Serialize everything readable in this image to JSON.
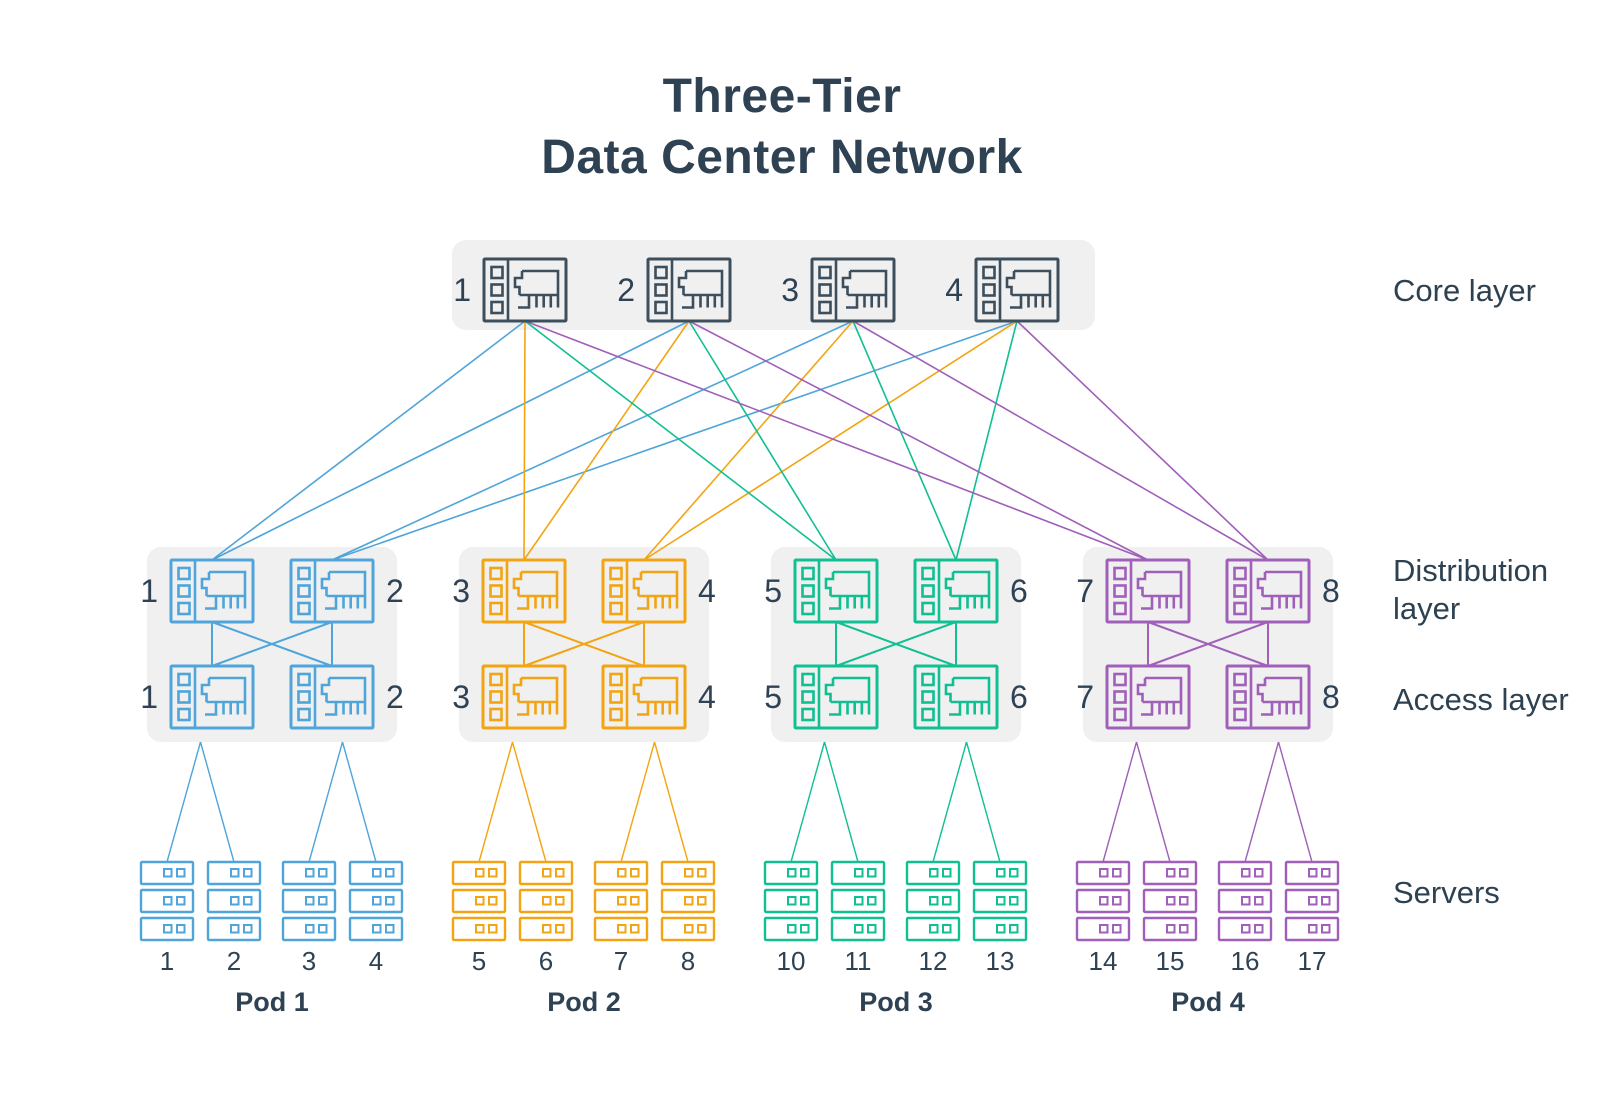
{
  "title": {
    "line1": "Three-Tier",
    "line2": "Data Center Network"
  },
  "layer_labels": {
    "core": "Core layer",
    "distribution": "Distribution layer",
    "access": "Access layer",
    "servers": "Servers"
  },
  "colors": {
    "text": "#2e4254",
    "core_icon": "#3d4e5c",
    "layer_box": "#f0f0f1",
    "pod1": "#4fa5da",
    "pod2": "#f2a412",
    "pod3": "#10bf92",
    "pod4": "#a05fb8"
  },
  "core_layer": {
    "switch_numbers": [
      "1",
      "2",
      "3",
      "4"
    ]
  },
  "pods": [
    {
      "label": "Pod 1",
      "color": "pod1",
      "distribution_switch_numbers": [
        "1",
        "2"
      ],
      "access_switch_numbers": [
        "1",
        "2"
      ],
      "server_numbers": [
        "1",
        "2",
        "3",
        "4"
      ]
    },
    {
      "label": "Pod 2",
      "color": "pod2",
      "distribution_switch_numbers": [
        "3",
        "4"
      ],
      "access_switch_numbers": [
        "3",
        "4"
      ],
      "server_numbers": [
        "5",
        "6",
        "7",
        "8"
      ]
    },
    {
      "label": "Pod 3",
      "color": "pod3",
      "distribution_switch_numbers": [
        "5",
        "6"
      ],
      "access_switch_numbers": [
        "5",
        "6"
      ],
      "server_numbers": [
        "10",
        "11",
        "12",
        "13"
      ]
    },
    {
      "label": "Pod 4",
      "color": "pod4",
      "distribution_switch_numbers": [
        "7",
        "8"
      ],
      "access_switch_numbers": [
        "7",
        "8"
      ],
      "server_numbers": [
        "14",
        "15",
        "16",
        "17"
      ]
    }
  ],
  "topology": {
    "core_switches_to_left_distribution_switch": [
      "1",
      "2"
    ],
    "core_switches_to_right_distribution_switch": [
      "3",
      "4"
    ],
    "distribution_to_access": "full mesh inside each pod",
    "left_access_switch_servers": [
      1,
      2
    ],
    "right_access_switch_servers": [
      3,
      4
    ]
  }
}
